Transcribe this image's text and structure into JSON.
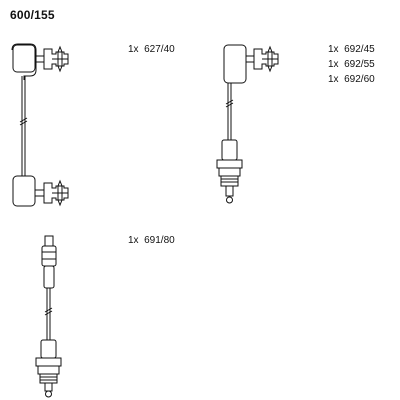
{
  "title": "600/155",
  "parts": [
    {
      "qty": "1x",
      "code": "627/40"
    },
    {
      "qty": "1x",
      "code": "692/45"
    },
    {
      "qty": "1x",
      "code": "692/55"
    },
    {
      "qty": "1x",
      "code": "692/60"
    },
    {
      "qty": "1x",
      "code": "691/80"
    }
  ]
}
